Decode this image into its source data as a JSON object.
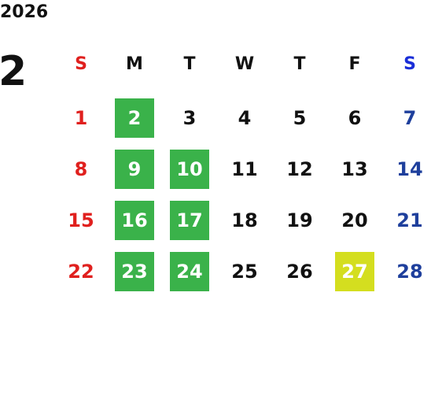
{
  "calendar": {
    "year": "2026",
    "month": "2",
    "weekdays": [
      "S",
      "M",
      "T",
      "W",
      "T",
      "F",
      "S"
    ],
    "weeks": [
      [
        "1",
        "2",
        "3",
        "4",
        "5",
        "6",
        "7"
      ],
      [
        "8",
        "9",
        "10",
        "11",
        "12",
        "13",
        "14"
      ],
      [
        "15",
        "16",
        "17",
        "18",
        "19",
        "20",
        "21"
      ],
      [
        "22",
        "23",
        "24",
        "25",
        "26",
        "27",
        "28"
      ]
    ],
    "highlighted_green": [
      "2",
      "9",
      "10",
      "16",
      "17",
      "23",
      "24"
    ],
    "highlighted_yellow": [
      "27"
    ]
  },
  "colors": {
    "sunday": "#e0201e",
    "saturday_header": "#1a2ed8",
    "saturday": "#1e3f9c",
    "weekday": "#111111",
    "highlight_green": "#3ab24a",
    "highlight_yellow": "#d4de1f",
    "highlight_text": "#ffffff"
  }
}
